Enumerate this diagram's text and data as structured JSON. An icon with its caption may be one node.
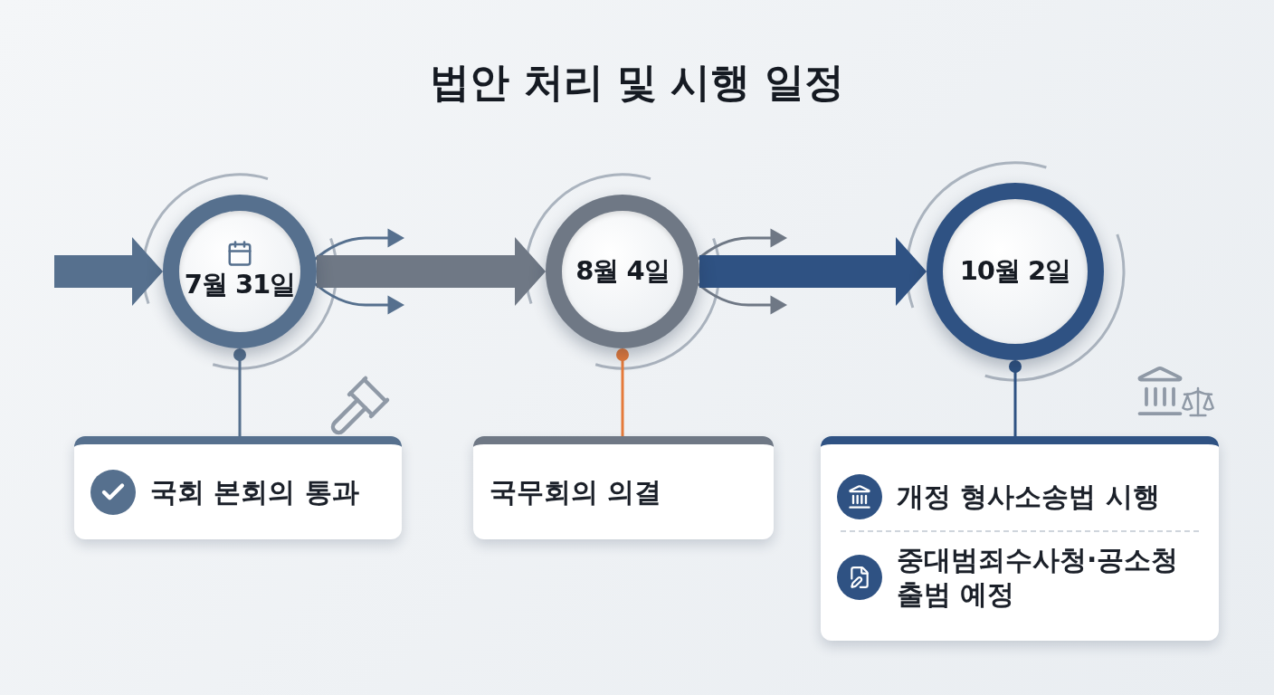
{
  "diagram": {
    "title": "법안 처리 및 시행 일정",
    "nodes": [
      {
        "text": [
          "7월 31일"
        ]
      },
      {
        "text": [
          "8월 4일"
        ]
      },
      {
        "text": [
          "10월 2일"
        ]
      },
      {
        "text": [
          "국회 본회의 통과"
        ]
      },
      {
        "text": [
          "국무회의 의결"
        ]
      },
      {
        "text": [
          "개정 형사소송법 시행",
          "중대범죄수사청·공소청 출범 예정"
        ]
      }
    ],
    "edges": [
      {
        "from": null,
        "to": 0,
        "arrow": "to",
        "style": "thick",
        "color": "#56708e"
      },
      {
        "from": 0,
        "to": 1,
        "arrow": "to",
        "style": "thick",
        "color": "#6f7885"
      },
      {
        "from": 1,
        "to": 2,
        "arrow": "to",
        "style": "thick",
        "color": "#2f5283"
      },
      {
        "from": 0,
        "to": 3,
        "arrow": "other",
        "color": "#56708e"
      },
      {
        "from": 1,
        "to": 4,
        "arrow": "other",
        "color": "#e57a3a"
      },
      {
        "from": 2,
        "to": 5,
        "arrow": "other",
        "color": "#2f5283"
      }
    ]
  }
}
